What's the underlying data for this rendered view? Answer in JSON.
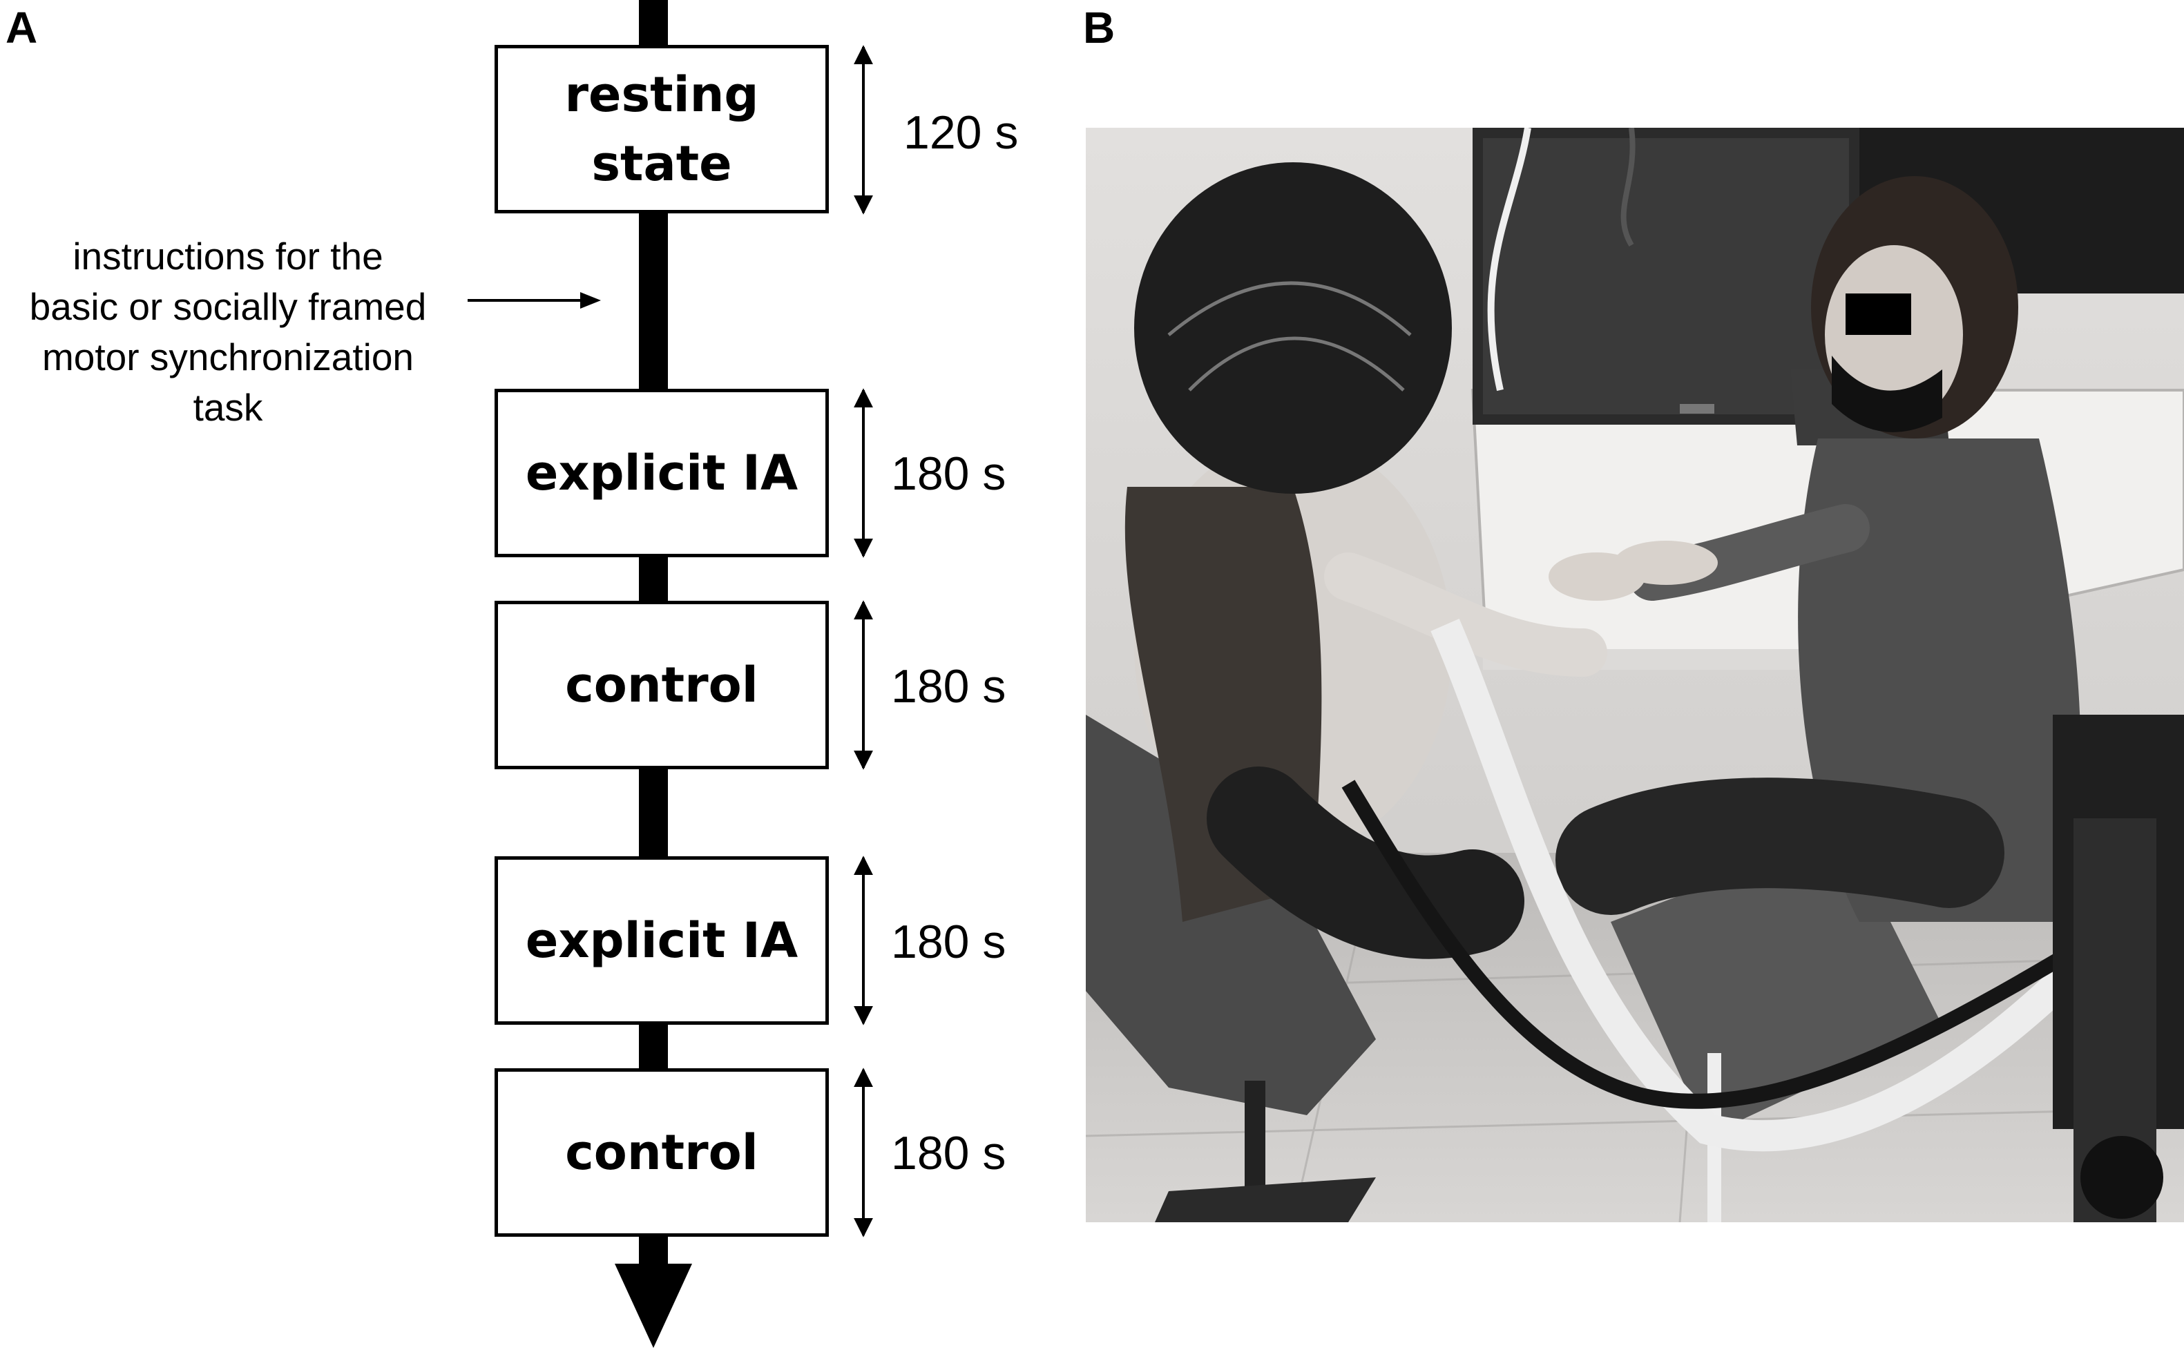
{
  "panels": {
    "a_label": "A",
    "b_label": "B"
  },
  "instructions_note": {
    "lines": [
      "instructions for the",
      "basic or socially framed",
      "motor synchronization",
      "task"
    ]
  },
  "steps": [
    {
      "label_lines": [
        "resting",
        "state"
      ],
      "duration": "120 s"
    },
    {
      "label_lines": [
        "explicit IA"
      ],
      "duration": "180 s"
    },
    {
      "label_lines": [
        "control"
      ],
      "duration": "180 s"
    },
    {
      "label_lines": [
        "explicit IA"
      ],
      "duration": "180 s"
    },
    {
      "label_lines": [
        "control"
      ],
      "duration": "180 s"
    }
  ],
  "colors": {
    "ink": "#000000",
    "background": "#ffffff"
  },
  "photo": {
    "content": "grayscale photograph",
    "icon": "photo-icon"
  }
}
